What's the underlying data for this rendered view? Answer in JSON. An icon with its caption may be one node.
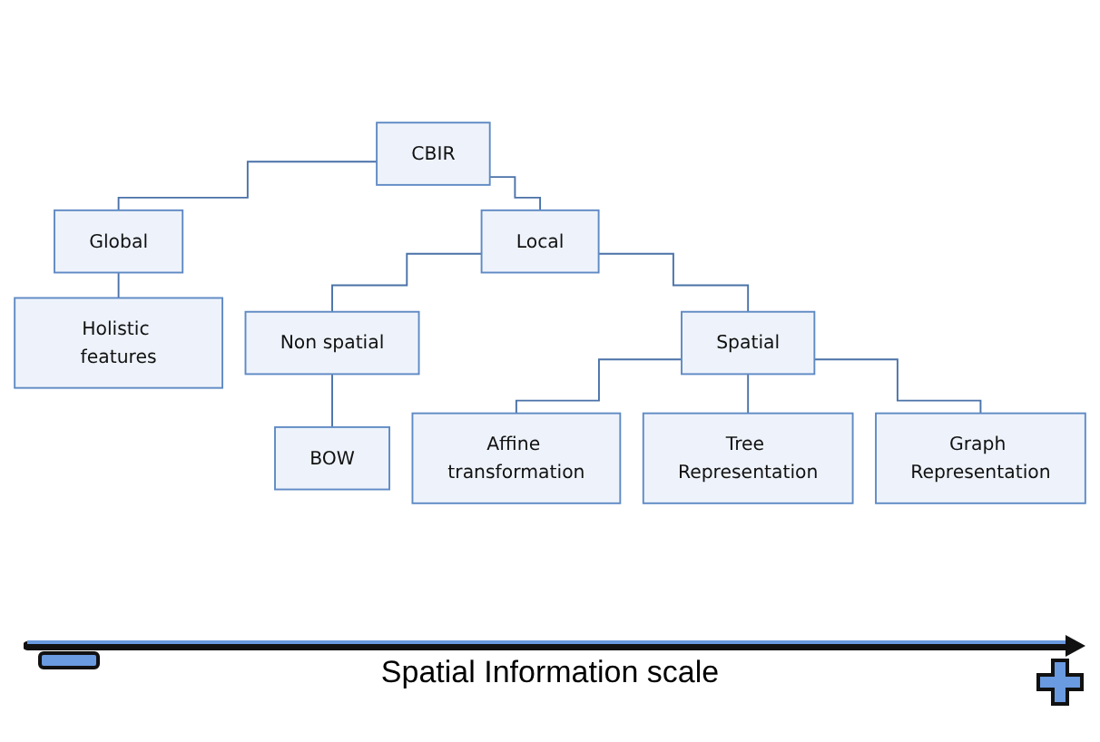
{
  "diagram": {
    "nodes": [
      {
        "text": [
          "CBIR"
        ]
      },
      {
        "text": [
          "Global"
        ]
      },
      {
        "text": [
          "Local"
        ]
      },
      {
        "text": [
          "Holistic features"
        ]
      },
      {
        "text": [
          "Non spatial"
        ]
      },
      {
        "text": [
          "Spatial"
        ]
      },
      {
        "text": [
          "BOW"
        ]
      },
      {
        "text": [
          "Affine transformation"
        ]
      },
      {
        "text": [
          "Tree Representation"
        ]
      },
      {
        "text": [
          "Graph Representation"
        ]
      }
    ],
    "edges": [
      {
        "from": 0,
        "to": 1,
        "arrow": "none"
      },
      {
        "from": 0,
        "to": 2,
        "arrow": "none"
      },
      {
        "from": 1,
        "to": 3,
        "arrow": "none"
      },
      {
        "from": 2,
        "to": 4,
        "arrow": "none"
      },
      {
        "from": 2,
        "to": 5,
        "arrow": "none"
      },
      {
        "from": 4,
        "to": 6,
        "arrow": "none"
      },
      {
        "from": 5,
        "to": 7,
        "arrow": "none"
      },
      {
        "from": 5,
        "to": 8,
        "arrow": "none"
      },
      {
        "from": 5,
        "to": 9,
        "arrow": "none"
      }
    ],
    "labels": [
      "Spatial Information scale"
    ]
  }
}
